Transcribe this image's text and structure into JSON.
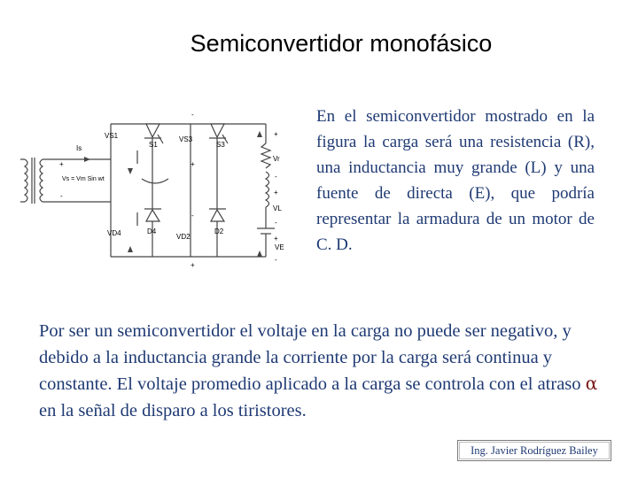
{
  "slide": {
    "title": "Semiconvertidor monofásico",
    "side_paragraph": "En el semiconvertidor mostrado en la figura la carga será una resistencia (R), una inductancia muy grande (L) y una fuente de directa (E), que podría representar la armadura de un motor de C. D.",
    "body_before_alpha": "Por ser un semiconvertidor el voltaje en la carga no puede ser negativo, y debido a la inductancia grande la corriente por la carga será continua y constante. El voltaje promedio aplicado a la carga se controla con el atraso ",
    "alpha_symbol": "α",
    "body_after_alpha": " en la señal de disparo a los tiristores.",
    "credit": "Ing. Javier Rodríguez Bailey"
  },
  "circuit": {
    "labels": {
      "vs1": "VS1",
      "s1": "S1",
      "vs3": "VS3",
      "s3": "S3",
      "vd4": "VD4",
      "d4": "D4",
      "vd2": "VD2",
      "d2": "D2",
      "is": "Is",
      "vs_eq": "Vs = Vm Sin wt",
      "vr": "Vr",
      "vl": "VL",
      "ve": "VE",
      "plus": "+",
      "minus": "-"
    },
    "colors": {
      "wire": "#444444",
      "text": "#000000"
    }
  }
}
